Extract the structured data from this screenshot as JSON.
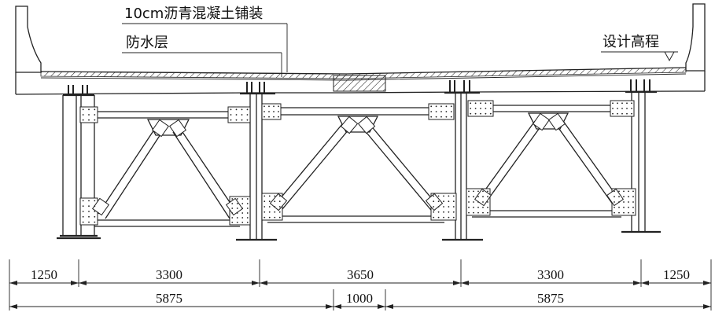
{
  "labels": {
    "asphalt": "10cm沥青混凝土铺装",
    "waterproof": "防水层",
    "design_elevation": "设计高程"
  },
  "dimensions": {
    "row1": [
      "1250",
      "3300",
      "3650",
      "3300",
      "1250"
    ],
    "row2": [
      "5875",
      "1000",
      "5875"
    ]
  }
}
